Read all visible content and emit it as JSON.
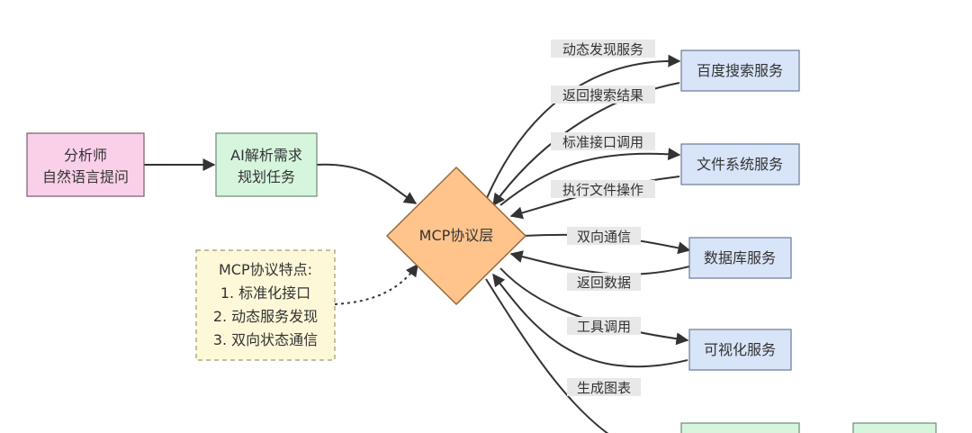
{
  "nodes": {
    "analyst": {
      "line1": "分析师",
      "line2": "自然语言提问",
      "fill": "#fad0e8",
      "stroke": "#7a5a6e"
    },
    "ai": {
      "line1": "AI解析需求",
      "line2": "规划任务",
      "fill": "#d6f5dd",
      "stroke": "#6d8a72"
    },
    "mcp": {
      "label": "MCP协议层",
      "fill": "#ffc48c",
      "stroke": "#9a6a3a"
    },
    "note": {
      "line1": "MCP协议特点:",
      "line2": "1. 标准化接口",
      "line3": "2. 动态服务发现",
      "line4": "3. 双向状态通信",
      "fill": "#fdf8d8",
      "stroke": "#a09a6a"
    },
    "baidu": {
      "label": "百度搜索服务",
      "fill": "#d8e4f8",
      "stroke": "#6a7a96"
    },
    "file": {
      "label": "文件系统服务",
      "fill": "#d8e4f8",
      "stroke": "#6a7a96"
    },
    "db": {
      "label": "数据库服务",
      "fill": "#d8e4f8",
      "stroke": "#6a7a96"
    },
    "viz": {
      "label": "可视化服务",
      "fill": "#d8e4f8",
      "stroke": "#6a7a96"
    },
    "cut1": {
      "fill": "#d6f5dd",
      "stroke": "#6d8a72"
    },
    "cut2": {
      "fill": "#d6f5dd",
      "stroke": "#6d8a72"
    }
  },
  "edges": {
    "discover": "动态发现服务",
    "search_result": "返回搜索结果",
    "std_call": "标准接口调用",
    "file_op": "执行文件操作",
    "bidir": "双向通信",
    "return_data": "返回数据",
    "tool_call": "工具调用",
    "gen_chart": "生成图表"
  },
  "colors": {
    "line": "#333333",
    "label_bg": "#e8e8e8"
  }
}
